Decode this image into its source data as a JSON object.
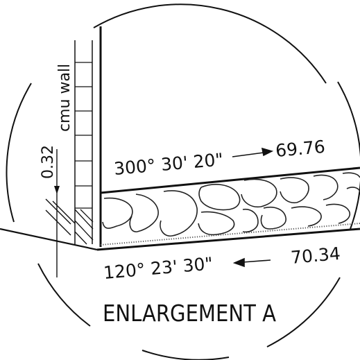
{
  "drawing": {
    "wall_label": "cmu wall",
    "offset_label": "0.32",
    "upper_bearing": "300° 30' 20\"",
    "upper_distance": "69.76",
    "lower_bearing": "120° 23' 30\"",
    "lower_distance": "70.34",
    "title": "ENLARGEMENT A"
  },
  "colors": {
    "ink": "#111111",
    "paper": "#ffffff"
  }
}
